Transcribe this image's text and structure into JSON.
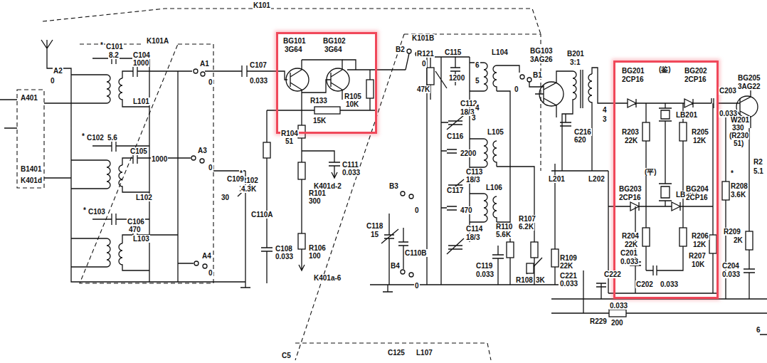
{
  "diagram": {
    "nodes": [
      {
        "text": [
          "BG101",
          "3G64",
          "BG102",
          "3G64",
          "R133",
          "15K",
          "R105",
          "10K"
        ]
      },
      {
        "text": [
          "BG201",
          "2CP16",
          "(鉴)",
          "BG202",
          "2CP16",
          "LB201",
          "R203",
          "22K",
          "R205",
          "12K",
          "(平)",
          "LB202",
          "BG203",
          "2CP16",
          "BG204",
          "2CP16",
          "R204",
          "22K",
          "R206",
          "12K",
          "C201",
          "0.033",
          "C202",
          "0.033",
          "R207",
          "10K"
        ]
      }
    ],
    "labels": [
      "K101",
      "K101A",
      "K101B",
      "A2",
      "A401",
      "B1401",
      "K401d",
      "*",
      "C101",
      "8.2",
      "C104",
      "1000",
      "L101",
      "*",
      "C102",
      "5.6",
      "C105",
      "1000",
      "L102",
      "*",
      "C103",
      "C106",
      "470",
      "L103",
      "A1",
      "C107",
      "0.033",
      "A3",
      "A4",
      "*",
      "R102",
      "4.3K",
      "R104",
      "51",
      "R101",
      "300",
      "C111",
      "0.033",
      "K401d-2",
      "30",
      "C109",
      "C110A",
      "C108",
      "0.033",
      "R106",
      "100",
      "K401a-6",
      "B2",
      "R121",
      "47K",
      "C115",
      "1200",
      "L104",
      "C112",
      "18/3",
      "C116",
      "2200",
      "L105",
      "C113",
      "18/3",
      "B3",
      "C117",
      "470",
      "L106",
      "C114",
      "18/3",
      "C118",
      "15",
      "C110B",
      "B4",
      "C119",
      "0.033",
      "R110",
      "5.6K",
      "R107",
      "6.2K",
      "R108",
      "3K",
      "R109",
      "22K",
      "BG103",
      "3AG26",
      "B1",
      "B201",
      "3:1",
      "C216",
      "620",
      "L201",
      "L202",
      "4",
      "3",
      "BG205",
      "3AG22",
      "C203",
      "0.033",
      "W201",
      "330",
      "(R230",
      "51)",
      "R2",
      "5.1",
      "*",
      "R208",
      "3.6K",
      "R209",
      "2K",
      "C204",
      "0.033",
      "C221",
      "0.033",
      "C222",
      "0.033",
      "R229",
      "200",
      "6",
      "C5",
      "C125",
      "L107",
      "0",
      "0",
      "0",
      "0",
      "0",
      "0",
      "0",
      "0",
      "6",
      "5",
      "4",
      "3"
    ]
  }
}
